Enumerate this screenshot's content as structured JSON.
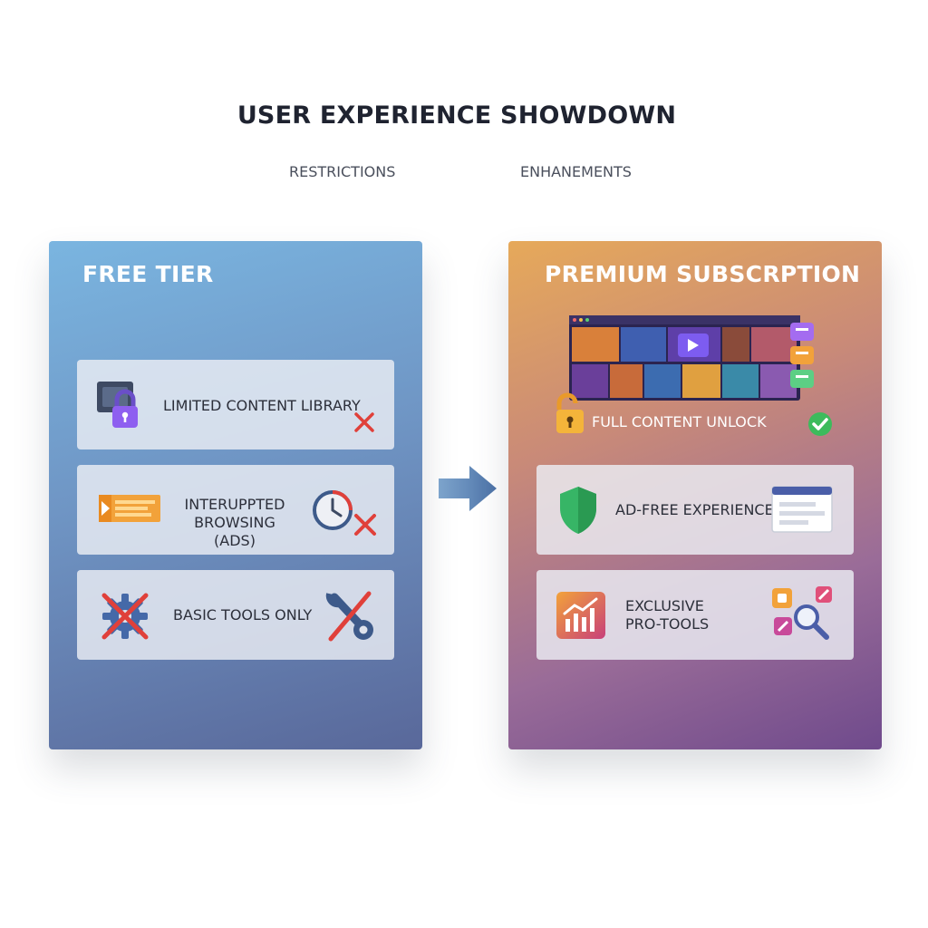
{
  "header": {
    "title": "USER EXPERIENCE SHOWDOWN",
    "left_subtitle": "RESTRICTIONS",
    "right_subtitle": "ENHANEMENTS"
  },
  "free": {
    "title": "FREE TIER",
    "features": [
      {
        "label": "LIMITED CONTENT LIBRARY",
        "icon": "padlock-icon",
        "status_icon": "red-x-icon"
      },
      {
        "label_line1": "INTERUPPTED",
        "label_line2": "BROWSING (ADS)",
        "icon": "ad-banner-icon",
        "status_icon": "clock-x-icon"
      },
      {
        "label": "BASIC TOOLS ONLY",
        "icon": "crossed-gear-icon",
        "status_icon": "crossed-wrench-icon"
      }
    ]
  },
  "premium": {
    "title": "PREMIUM SUBSCRPTION",
    "unlock": {
      "label": "FULL CONTENT UNLOCK",
      "icon": "open-padlock-icon",
      "status_icon": "green-check-icon"
    },
    "features": [
      {
        "label": "AD-FREE EXPERIENCE",
        "icon": "shield-icon",
        "status_icon": "clean-window-icon"
      },
      {
        "label_line1": "EXCLUSIVE",
        "label_line2": "PRO-TOOLS",
        "icon": "chart-icon",
        "status_icon": "tools-magnifier-icon"
      }
    ]
  },
  "colors": {
    "free_top": "#7ab5e0",
    "free_bottom": "#59689a",
    "premium_top": "#e6a95a",
    "premium_bottom": "#6f4a8c",
    "cross_red": "#e0403a",
    "check_green": "#3dbb5c"
  }
}
